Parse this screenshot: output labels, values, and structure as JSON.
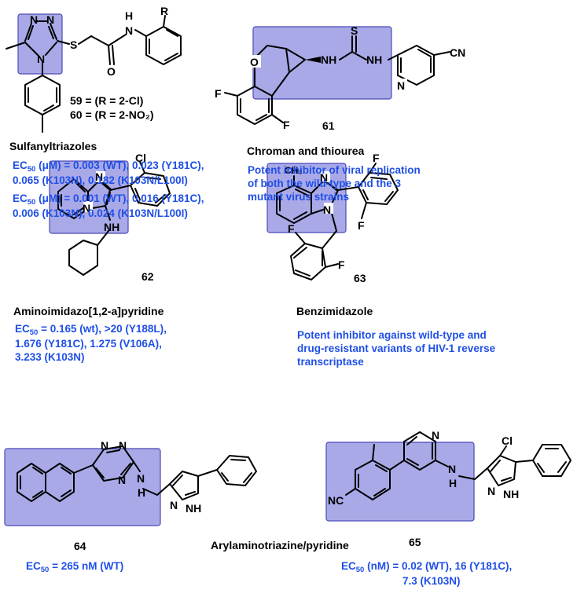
{
  "figure": {
    "colors": {
      "highlight_fill": "#a9a9e8",
      "highlight_stroke": "#4a4ab8",
      "note_text": "#1f4fe6",
      "bond": "#000000"
    },
    "atom_labels": {
      "N": "N",
      "S": "S",
      "O": "O",
      "F": "F",
      "Cl": "Cl",
      "H": "H",
      "R": "R",
      "NH": "NH",
      "CN": "CN",
      "NC": "NC",
      "CH3": "CH₃"
    },
    "c59": {
      "id_line_1": "59 = (R = 2-Cl)",
      "id_line_2": "60 = (R = 2-NO₂)",
      "class_name": "Sulfanyltriazoles",
      "ec_a": {
        "prefix": "EC",
        "sub": "50",
        "rest": " (μM) = 0.003 (WT), 0.023 (Y181C),",
        "line2": "0.065 (K103N), 0.182 (K103N/L100I)"
      },
      "ec_b": {
        "prefix": "EC",
        "sub": "50",
        "rest": " (μM) = 0.001 (WT), 0.016 (Y181C),",
        "line2": "0.006 (K103N), 0.024 (K103N/L100I)"
      }
    },
    "c61": {
      "id": "61",
      "class_name": "Chroman and thiourea",
      "note": [
        "Potent inhibitor of viral replication",
        "of both the wild-type and the 3",
        "mutant virus strains"
      ]
    },
    "c62": {
      "id": "62",
      "class_name": "Aminoimidazo[1,2-a]pyridine",
      "ec": {
        "prefix": "EC",
        "sub": "50",
        "rest": " = 0.165 (wt), >20 (Y188L),",
        "line2": "1.676 (Y181C), 1.275 (V106A),",
        "line3": "3.233 (K103N)"
      }
    },
    "c63": {
      "id": "63",
      "class_name": "Benzimidazole",
      "note": [
        "Potent inhibitor against wild-type and",
        "drug-resistant variants of HIV-1 reverse",
        "transcriptase"
      ]
    },
    "c64": {
      "id": "64",
      "ec": {
        "prefix": "EC",
        "sub": "50",
        "rest": " = 265 nM (WT)"
      }
    },
    "shared": {
      "class_name": "Arylaminotriazine/pyridine"
    },
    "c65": {
      "id": "65",
      "ec": {
        "prefix": "EC",
        "sub": "50",
        "rest": " (nM) =  0.02 (WT), 16 (Y181C),",
        "line2": "7.3 (K103N)"
      }
    }
  }
}
